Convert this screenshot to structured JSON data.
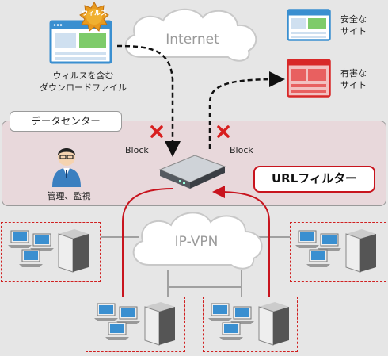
{
  "clouds": {
    "internet": "Internet",
    "ipvpn": "IP-VPN"
  },
  "virus_site": {
    "badge": "ウィルス",
    "label_line1": "ウィルスを含む",
    "label_line2": "ダウンロードファイル"
  },
  "safe_site": {
    "line1": "安全な",
    "line2": "サイト"
  },
  "harmful_site": {
    "line1": "有害な",
    "line2": "サイト"
  },
  "datacenter": {
    "title": "データセンター",
    "admin_label": "管理、監視",
    "block_left": "Block",
    "block_right": "Block"
  },
  "url_filter": {
    "label": "URLフィルター"
  },
  "colors": {
    "accent_red": "#c8141e",
    "dc_background": "#e8d8db",
    "page_background": "#e6e6e6"
  },
  "icons": [
    "browser-window-icon",
    "virus-badge-icon",
    "admin-person-icon",
    "router-icon",
    "block-x-icon",
    "pc-icon",
    "server-icon",
    "cloud-icon"
  ]
}
